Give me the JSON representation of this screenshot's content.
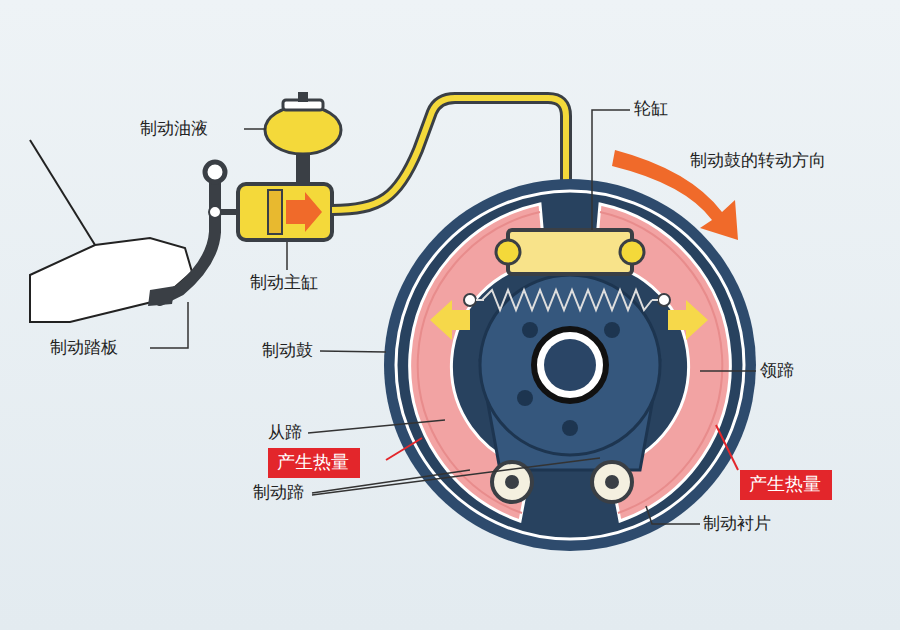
{
  "diagram": {
    "nodes": [
      {
        "text": [
          "产生热量"
        ]
      },
      {
        "text": [
          "产生热量"
        ]
      }
    ],
    "labels": [
      "制动油液",
      "轮缸",
      "制动鼓的转动方向",
      "制动主缸",
      "制动踏板",
      "制动鼓",
      "领蹄",
      "从蹄",
      "制动蹄",
      "制动衬片"
    ]
  }
}
